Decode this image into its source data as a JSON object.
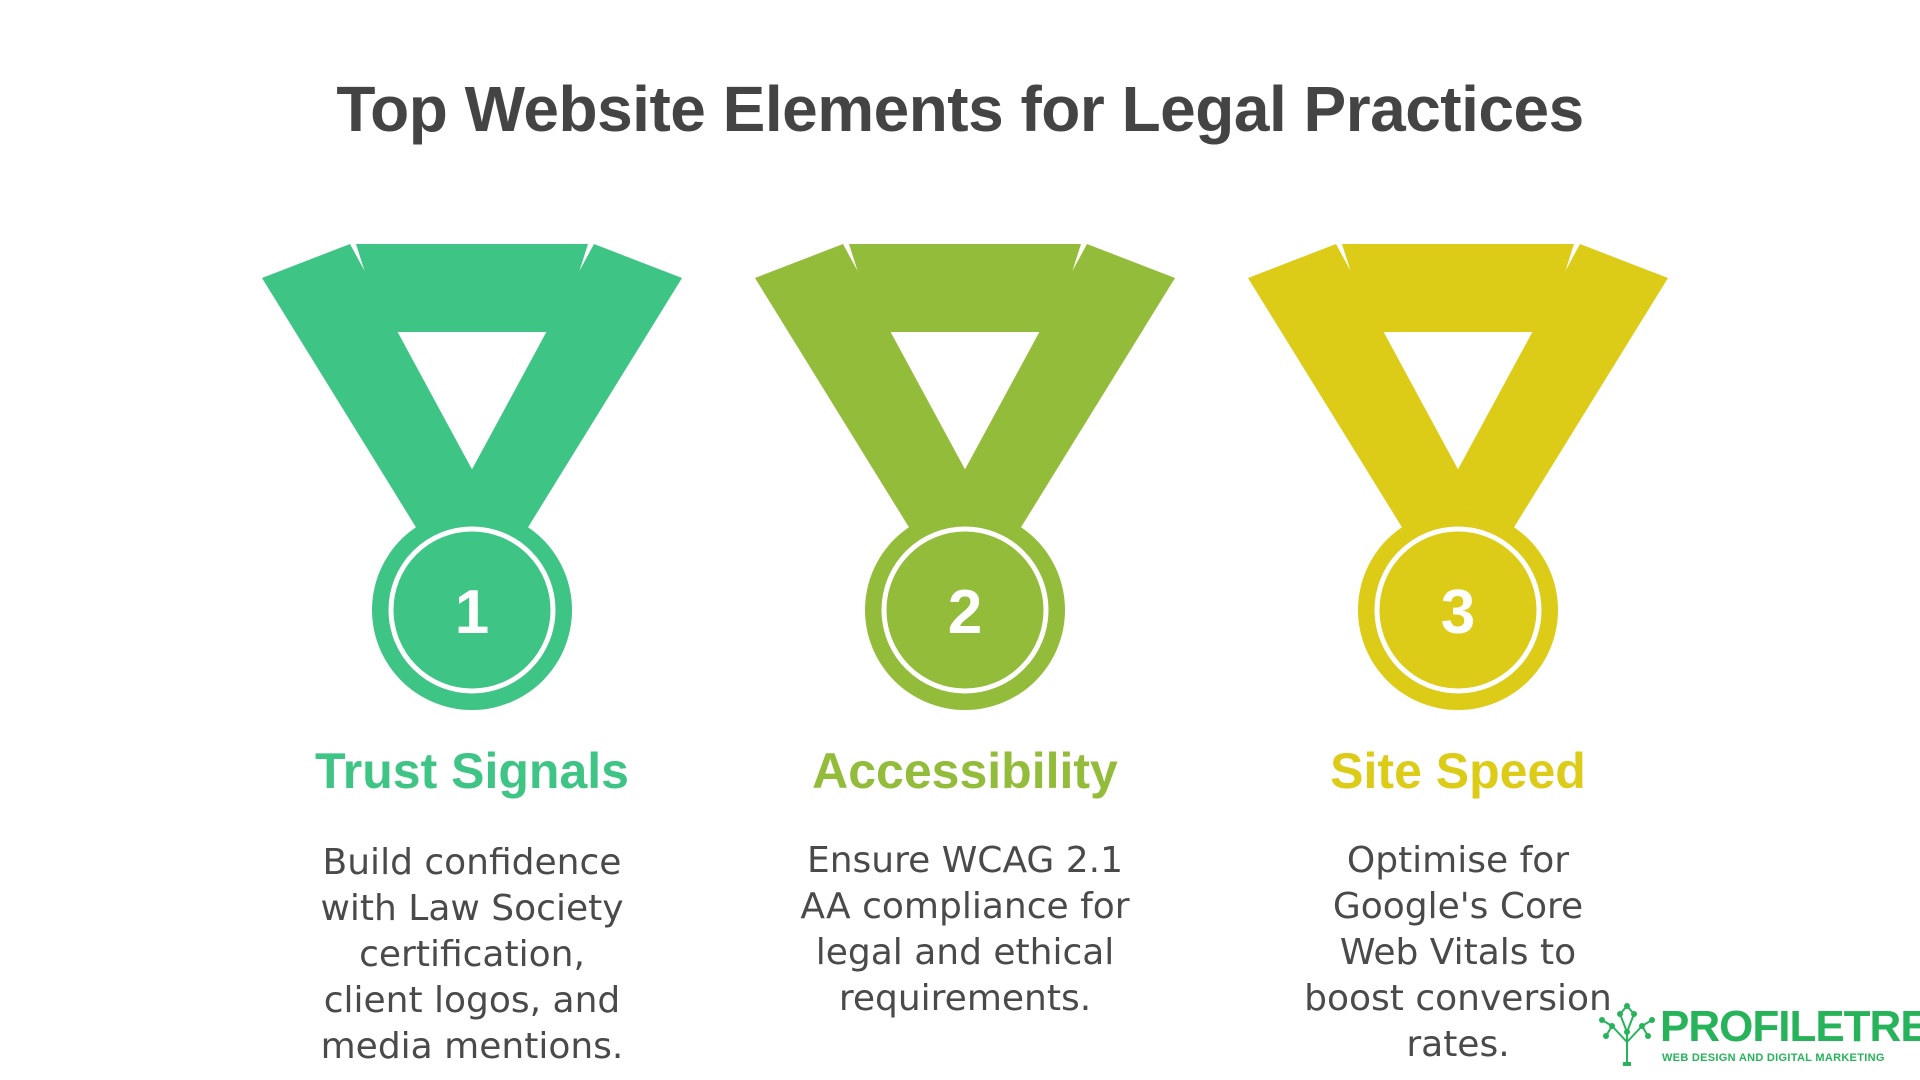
{
  "title": "Top Website Elements for Legal Practices",
  "items": [
    {
      "number": "1",
      "heading": "Trust Signals",
      "description": "Build confidence with Law Society certification, client logos, and media mentions.",
      "color": "#3ec484"
    },
    {
      "number": "2",
      "heading": "Accessibility",
      "description": "Ensure WCAG 2.1 AA compliance for legal and ethical requirements.",
      "color": "#93bc3b"
    },
    {
      "number": "3",
      "heading": "Site Speed",
      "description": "Optimise for Google's Core Web Vitals to boost conversion rates.",
      "color": "#dccb17"
    }
  ],
  "logo": {
    "name": "PROFILETREE",
    "tagline": "WEB DESIGN AND DIGITAL MARKETING",
    "color": "#26b35a"
  }
}
